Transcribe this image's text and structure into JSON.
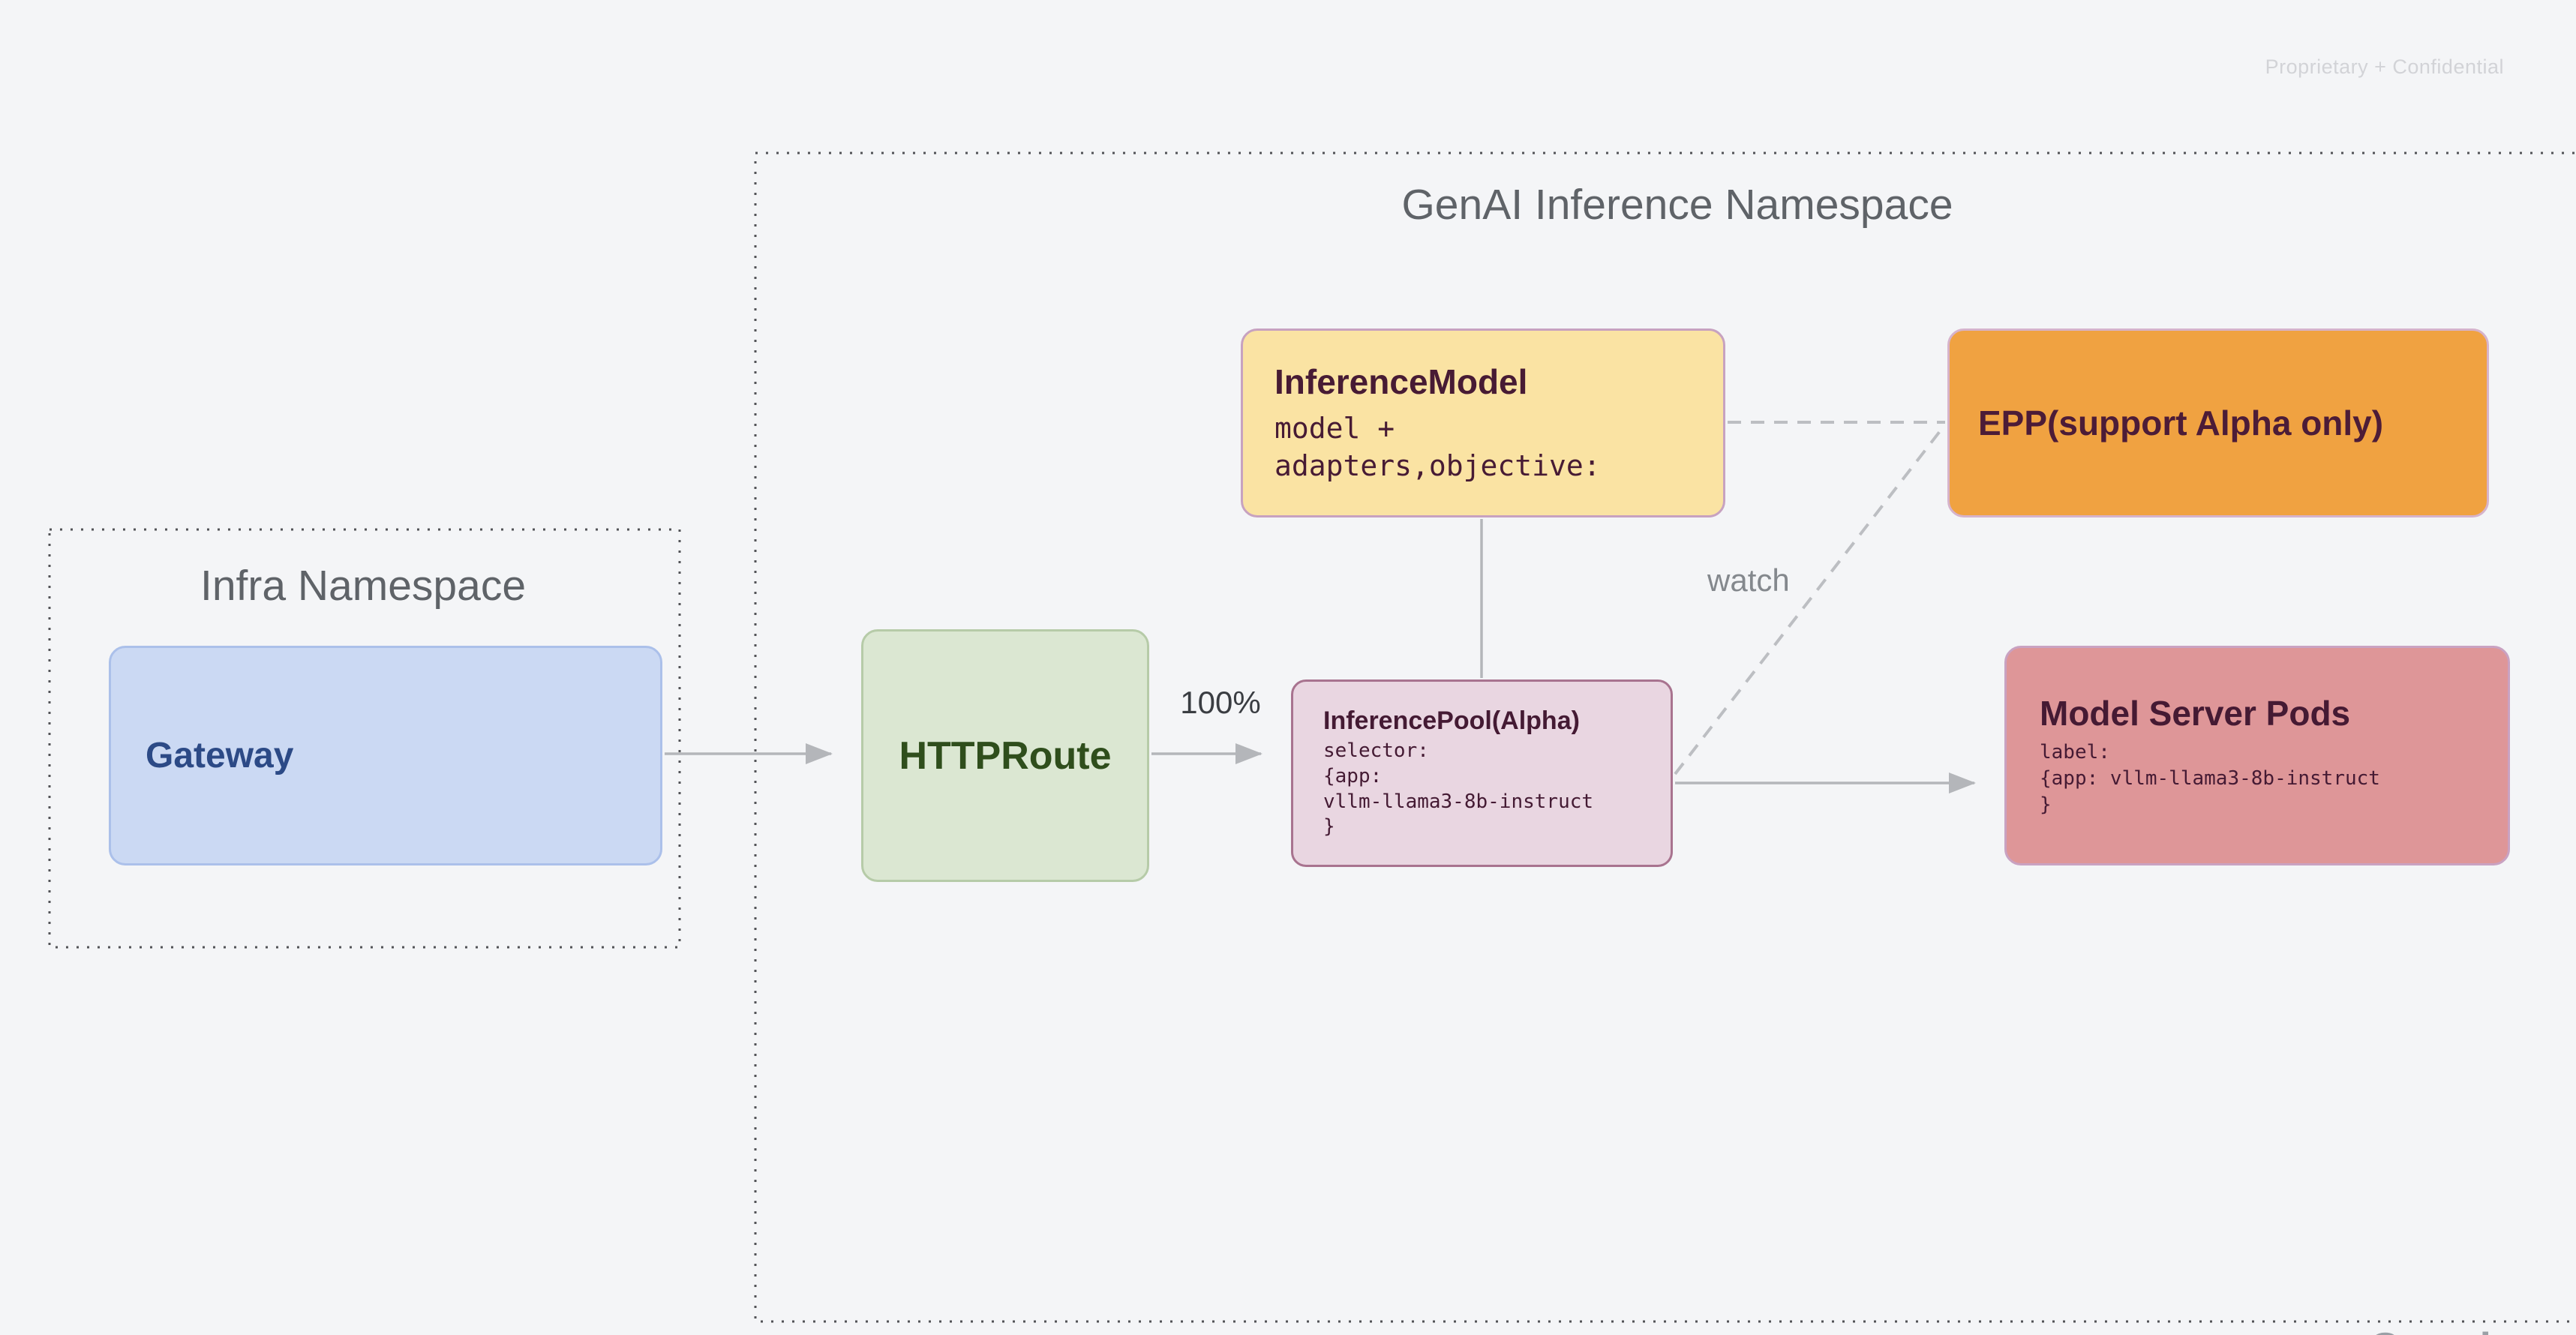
{
  "slide": {
    "watermark": "Proprietary + Confidential",
    "footer_logo": "Google",
    "background_color": "#f4f5f7"
  },
  "namespaces": {
    "genai": {
      "title": "GenAI Inference Namespace"
    },
    "infra": {
      "title": "Infra Namespace"
    }
  },
  "nodes": {
    "gateway": {
      "title": "Gateway",
      "fill": "#cbd9f3",
      "border": "#abc0ea",
      "text_color": "#2c4a86"
    },
    "httproute": {
      "title": "HTTPRoute",
      "fill": "#dbe7d2",
      "border": "#b6cba8",
      "text_color": "#2f4e1c"
    },
    "inference_model": {
      "title": "InferenceModel",
      "lines": [
        "model +",
        "adapters,objective:"
      ],
      "fill": "#fae3a3",
      "border": "#c7a2c0",
      "text_color": "#471b34"
    },
    "epp": {
      "title": "EPP(support Alpha only)",
      "fill": "#f0a241",
      "border": "#d6b3cb",
      "text_color": "#4c1c37"
    },
    "inference_pool": {
      "title": "InferencePool(Alpha)",
      "lines": [
        "selector:",
        "{app:",
        "vllm-llama3-8b-instruct",
        "}"
      ],
      "fill": "#e9d6e1",
      "border": "#a8738f",
      "text_color": "#441a33"
    },
    "model_server_pods": {
      "title": "Model Server Pods",
      "lines": [
        "label:",
        "{app: vllm-llama3-8b-instruct",
        "}"
      ],
      "fill": "#de9698",
      "border": "#c9a2c2",
      "text_color": "#451a33"
    }
  },
  "edges": {
    "httproute_to_pool_label": "100%",
    "pool_epp_watch_label": "watch"
  },
  "line_colors": {
    "solid_connector": "#b4b6ba",
    "dashed_connector": "#bcbec2",
    "dotted_namespace_border": "#525357"
  }
}
